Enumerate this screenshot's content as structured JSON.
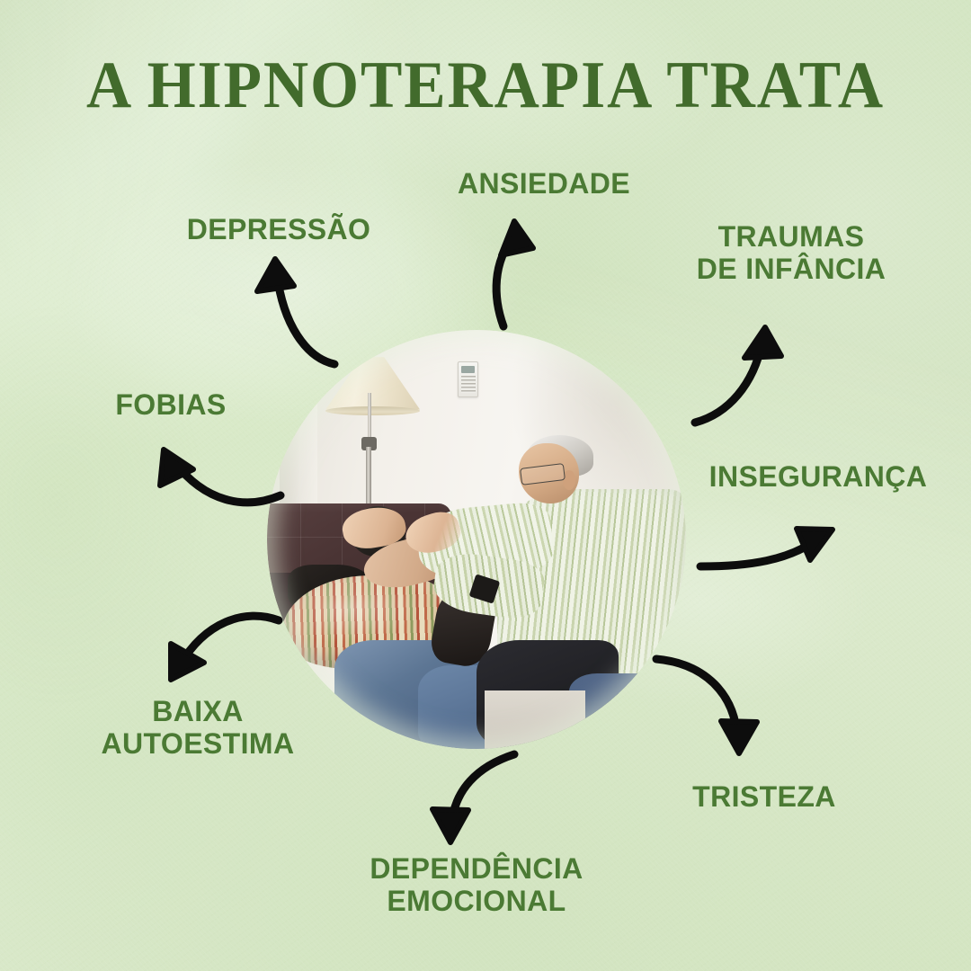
{
  "poster": {
    "title": "A HIPNOTERAPIA TRATA",
    "colors": {
      "background_green": "#d9e9c9",
      "title_green": "#426b2c",
      "label_green": "#4b7a34",
      "arrow_black": "#0d0d0d"
    }
  },
  "photo": {
    "alt": "Sessao de hipnoterapia: terapeuta de cabelos brancos e oculos, com camisa listrada verde clara, conduzindo uma cliente reclinada em uma poltrona marrom com almofada listrada, em uma sala clara com abajur de pe"
  },
  "conditions": [
    {
      "id": "ansiedade",
      "label": "ANSIEDADE",
      "arrow": "curve-up-right"
    },
    {
      "id": "traumas",
      "label": "TRAUMAS\nDE INFÂNCIA",
      "arrow": "curve-up-right-steep"
    },
    {
      "id": "inseguranca",
      "label": "INSEGURANÇA",
      "arrow": "curve-up-right-low"
    },
    {
      "id": "tristeza",
      "label": "TRISTEZA",
      "arrow": "curve-down-right"
    },
    {
      "id": "dependencia",
      "label": "DEPENDÊNCIA\nEMOCIONAL",
      "arrow": "curve-down"
    },
    {
      "id": "autoestima",
      "label": "BAIXA\nAUTOESTIMA",
      "arrow": "curve-down-left"
    },
    {
      "id": "fobias",
      "label": "FOBIAS",
      "arrow": "curve-up-left-low"
    },
    {
      "id": "depressao",
      "label": "DEPRESSÃO",
      "arrow": "curve-up-left"
    }
  ]
}
